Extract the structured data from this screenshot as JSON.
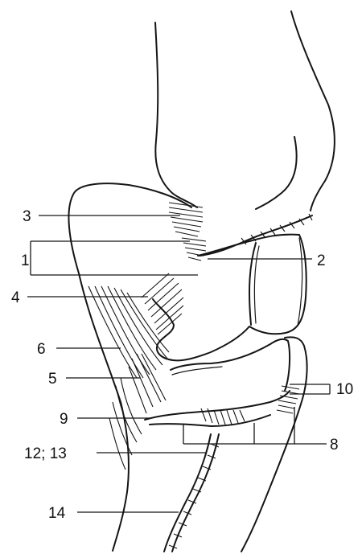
{
  "labels": {
    "l3": "3",
    "l1": "1",
    "l2": "2",
    "l4": "4",
    "l6": "6",
    "l5": "5",
    "l10": "10",
    "l9": "9",
    "l8": "8",
    "l12_13": "12; 13",
    "l14": "14"
  }
}
